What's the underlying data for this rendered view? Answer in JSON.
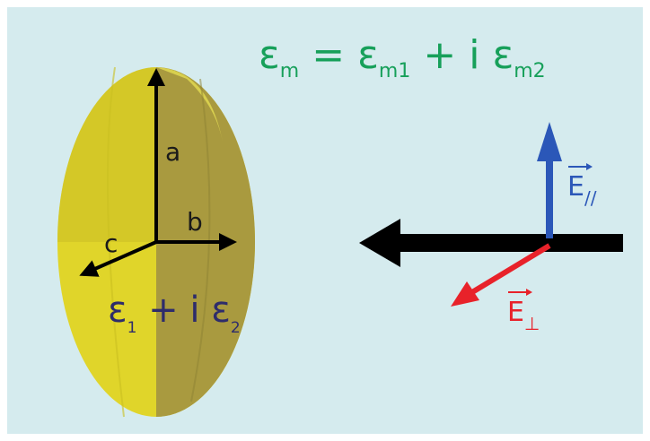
{
  "colors": {
    "background": "#d5ebee",
    "ellipsoid_light": "#e0d52a",
    "ellipsoid_dark": "#a99a3f",
    "medium_text": "#17a05a",
    "particle_text": "#2e2c6b",
    "axis_arrows": "#000000",
    "propagation_arrow": "#000000",
    "e_parallel": "#2b57b8",
    "e_perpendicular": "#e8222a"
  },
  "medium_equation": {
    "lhs_symbol": "ε",
    "lhs_sub": "m",
    "equals": "=",
    "t1_symbol": "ε",
    "t1_sub": "m1",
    "plus": "+",
    "imag": "i",
    "t2_symbol": "ε",
    "t2_sub": "m2"
  },
  "particle_equation": {
    "t1_symbol": "ε",
    "t1_sub": "1",
    "plus": "+",
    "imag": "i",
    "t2_symbol": "ε",
    "t2_sub": "2"
  },
  "semi_axes": {
    "a": "a",
    "b": "b",
    "c": "c"
  },
  "fields": {
    "parallel": {
      "symbol": "E",
      "sub": "//"
    },
    "perpendicular": {
      "symbol": "E",
      "sub": "⊥"
    }
  },
  "icons": {
    "ellipsoid": "ellipsoid-particle",
    "propagation": "wave-vector-arrow",
    "parallel": "e-parallel-arrow",
    "perpendicular": "e-perpendicular-arrow"
  }
}
